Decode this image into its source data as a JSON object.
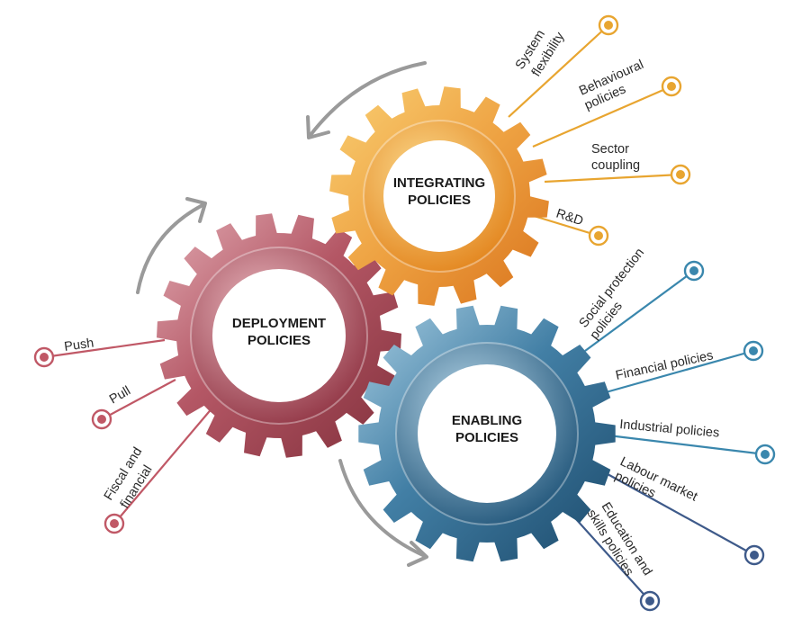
{
  "gears": {
    "integrating": {
      "line1": "INTEGRATING",
      "line2": "POLICIES",
      "color": "#e8892a",
      "light": "#f7c46a",
      "dark": "#c96a1a",
      "branches": [
        {
          "line1": "System",
          "line2": "flexibility"
        },
        {
          "line1": "Behavioural",
          "line2": "policies"
        },
        {
          "line1": "Sector",
          "line2": "coupling"
        },
        {
          "line1": "R&D",
          "line2": ""
        }
      ]
    },
    "deployment": {
      "line1": "DEPLOYMENT",
      "line2": "POLICIES",
      "color": "#a8404f",
      "light": "#dfa3ac",
      "dark": "#7d2a36",
      "branches": [
        {
          "line1": "Push",
          "line2": ""
        },
        {
          "line1": "Pull",
          "line2": ""
        },
        {
          "line1": "Fiscal and",
          "line2": "financial"
        }
      ]
    },
    "enabling": {
      "line1": "ENABLING",
      "line2": "POLICIES",
      "color": "#2f6d94",
      "light": "#9cc3d9",
      "dark": "#1d4c6d",
      "branches": [
        {
          "line1": "Social protection",
          "line2": "policies"
        },
        {
          "line1": "Financial policies",
          "line2": ""
        },
        {
          "line1": "Industrial policies",
          "line2": ""
        },
        {
          "line1": "Labour market",
          "line2": "policies"
        },
        {
          "line1": "Education and",
          "line2": "skills policies"
        }
      ]
    }
  },
  "colors": {
    "arrow": "#9a9a9a",
    "integrating_line": "#e8a530",
    "deployment_line": "#c05866",
    "enabling_line": "#3a87ad"
  }
}
